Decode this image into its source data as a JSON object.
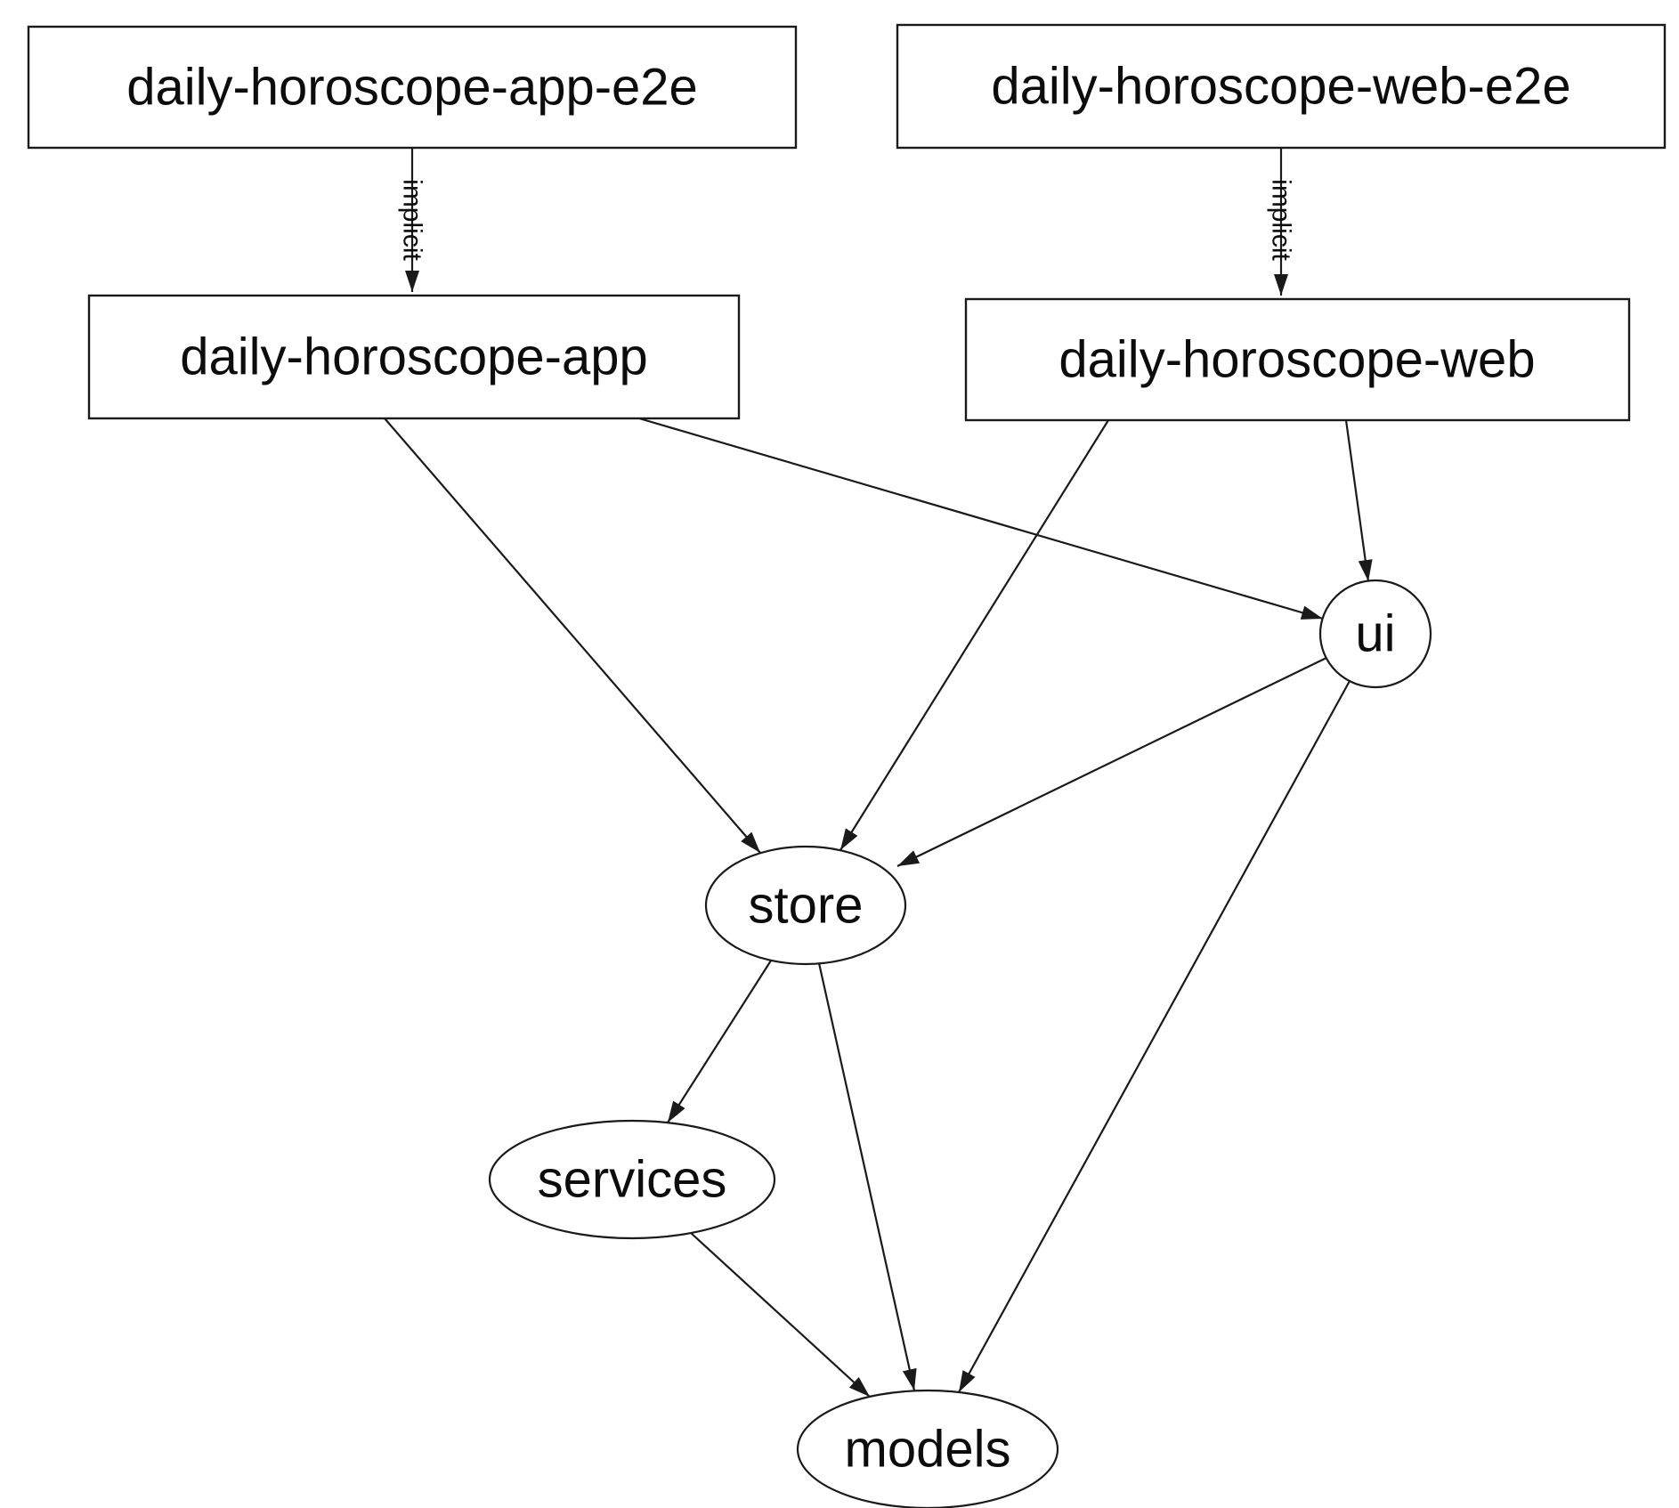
{
  "diagram": {
    "type": "dependency-graph",
    "background": "#ffffff",
    "stroke_color": "#1a1a1a",
    "text_color": "#0c0c0c",
    "nodes": [
      {
        "id": "daily-horoscope-app-e2e",
        "label": "daily-horoscope-app-e2e",
        "shape": "rect"
      },
      {
        "id": "daily-horoscope-web-e2e",
        "label": "daily-horoscope-web-e2e",
        "shape": "rect"
      },
      {
        "id": "daily-horoscope-app",
        "label": "daily-horoscope-app",
        "shape": "rect"
      },
      {
        "id": "daily-horoscope-web",
        "label": "daily-horoscope-web",
        "shape": "rect"
      },
      {
        "id": "ui",
        "label": "ui",
        "shape": "ellipse"
      },
      {
        "id": "store",
        "label": "store",
        "shape": "ellipse"
      },
      {
        "id": "services",
        "label": "services",
        "shape": "ellipse"
      },
      {
        "id": "models",
        "label": "models",
        "shape": "ellipse"
      }
    ],
    "edges": [
      {
        "from": "daily-horoscope-app-e2e",
        "to": "daily-horoscope-app",
        "label": "implicit"
      },
      {
        "from": "daily-horoscope-web-e2e",
        "to": "daily-horoscope-web",
        "label": "implicit"
      },
      {
        "from": "daily-horoscope-app",
        "to": "ui",
        "label": ""
      },
      {
        "from": "daily-horoscope-app",
        "to": "store",
        "label": ""
      },
      {
        "from": "daily-horoscope-web",
        "to": "ui",
        "label": ""
      },
      {
        "from": "daily-horoscope-web",
        "to": "store",
        "label": ""
      },
      {
        "from": "ui",
        "to": "store",
        "label": ""
      },
      {
        "from": "ui",
        "to": "models",
        "label": ""
      },
      {
        "from": "store",
        "to": "services",
        "label": ""
      },
      {
        "from": "store",
        "to": "models",
        "label": ""
      },
      {
        "from": "services",
        "to": "models",
        "label": ""
      }
    ]
  }
}
